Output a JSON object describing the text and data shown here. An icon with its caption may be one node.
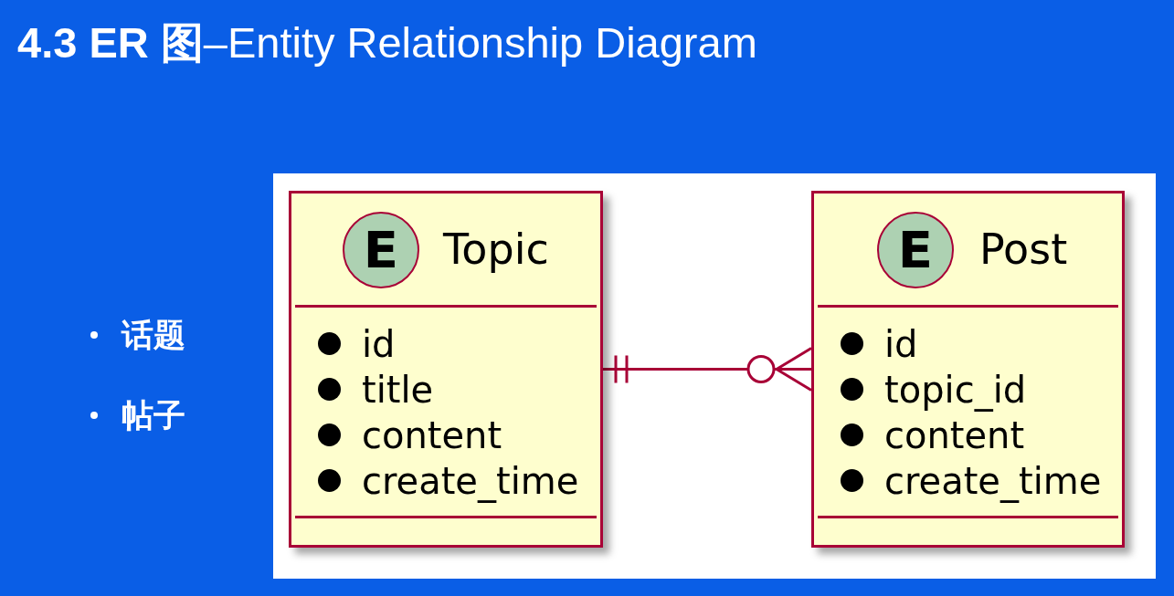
{
  "diagram": {
    "title": "**4.3 ER 图**–Entity Relationship Diagram",
    "nodes": [
      {
        "text": [
          "E",
          "Topic",
          "id",
          "title",
          "content",
          "create_time"
        ]
      },
      {
        "text": [
          "E",
          "Post",
          "id",
          "topic_id",
          "content",
          "create_time"
        ]
      }
    ],
    "edges": [
      {
        "from": 0,
        "to": 1,
        "arrow": "other"
      }
    ],
    "labels": [
      "话题",
      "帖子"
    ]
  }
}
